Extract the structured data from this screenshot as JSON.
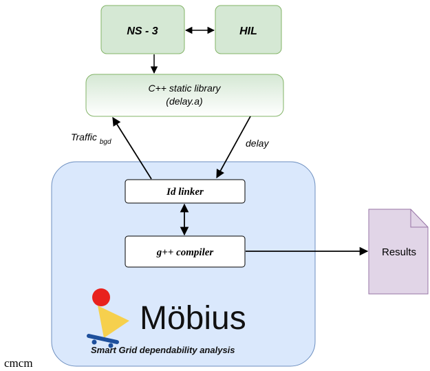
{
  "nodes": {
    "ns3": {
      "label": "NS - 3"
    },
    "hil": {
      "label": "HIL"
    },
    "library": {
      "line1": "C++ static library",
      "line2": "(delay.a)"
    },
    "linker": {
      "label": "Id linker"
    },
    "compiler": {
      "label": "g++ compiler"
    },
    "results": {
      "label": "Results"
    }
  },
  "edges": {
    "traffic": {
      "label": "Traffic",
      "subscript": "bgd"
    },
    "delay": {
      "label": "delay"
    }
  },
  "logo": {
    "name": "Möbius",
    "tagline": "Smart Grid dependability analysis"
  },
  "footer": {
    "text": "cmcm"
  },
  "colors": {
    "green_fill": "#d5e8d4",
    "green_stroke": "#82b366",
    "blue_fill": "#dae8fc",
    "blue_stroke": "#6c8ebf",
    "purple_fill": "#e1d5e7",
    "purple_stroke": "#9673a6",
    "logo_red": "#e8211d",
    "logo_yellow": "#f6d04d",
    "logo_blue": "#1d4f9c"
  }
}
